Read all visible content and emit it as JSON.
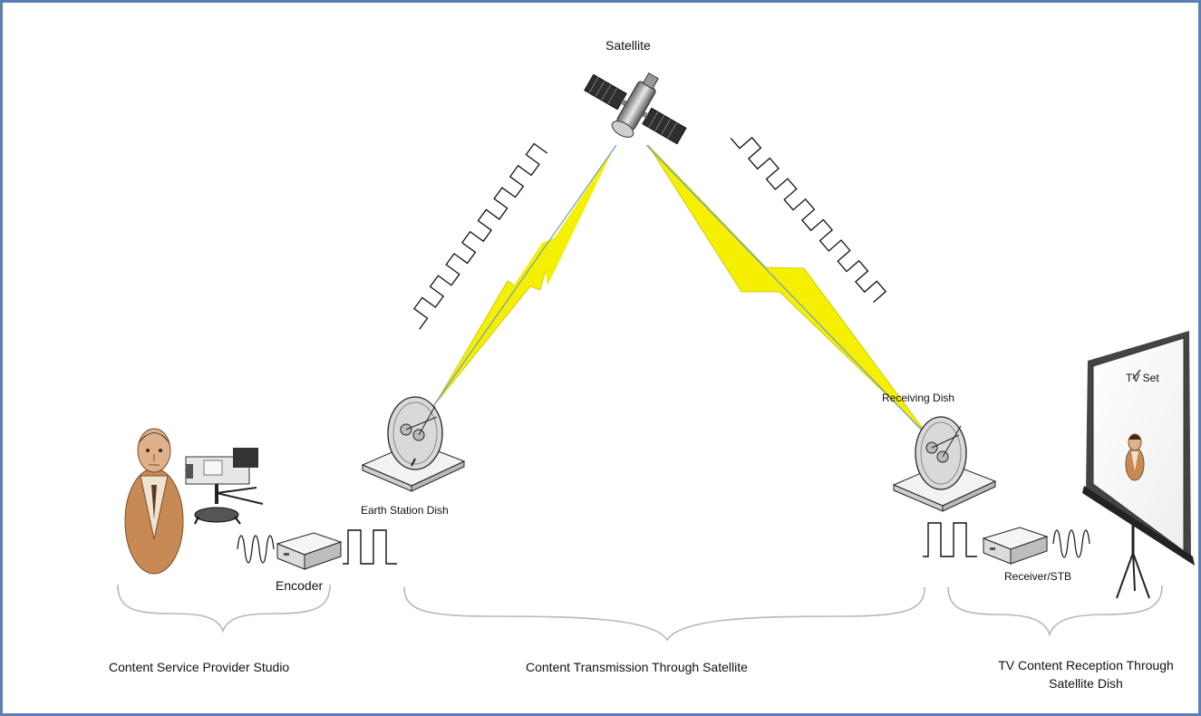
{
  "labels": {
    "satellite": "Satellite",
    "earth_station_dish": "Earth Station Dish",
    "receiving_dish": "Receiving Dish",
    "encoder": "Encoder",
    "receiver_stb": "Receiver/STB",
    "tv_set": "TV Set"
  },
  "sections": {
    "studio": "Content Service Provider Studio",
    "transmission": "Content Transmission Through Satellite",
    "reception_line1": "TV Content Reception Through",
    "reception_line2": "Satellite Dish"
  },
  "colors": {
    "frame": "#5b7fb4",
    "lightning": "#f5f000",
    "beam": "#6a9bd0",
    "brace": "#b8b8b8",
    "dish_fill": "#d9d9d9",
    "skin": "#d9a27a",
    "suit": "#c78a55"
  },
  "icons": [
    "satellite-icon",
    "dish-icon",
    "camera-icon",
    "presenter-icon",
    "encoder-box-icon",
    "receiver-box-icon",
    "tv-screen-icon"
  ]
}
